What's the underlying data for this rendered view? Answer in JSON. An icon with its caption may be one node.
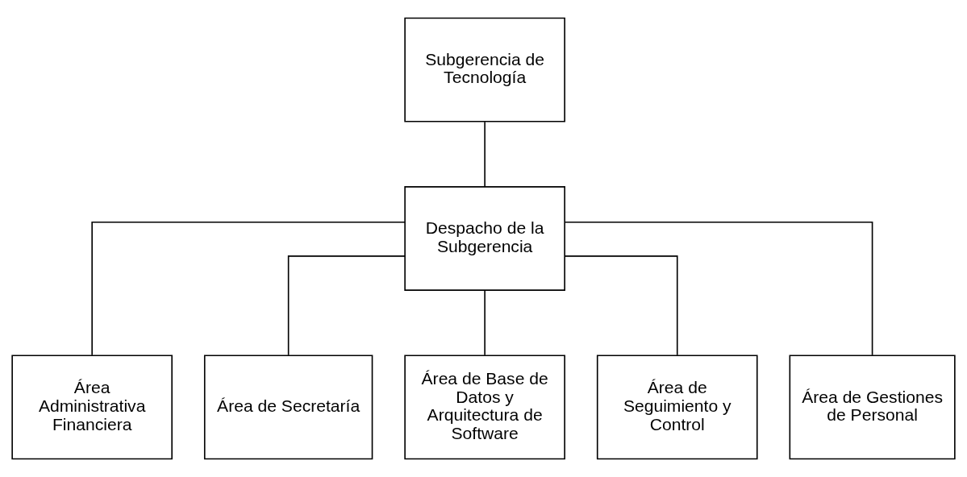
{
  "diagram": {
    "nodes": [
      {
        "text": [
          "Subgerencia de Tecnología"
        ]
      },
      {
        "text": [
          "Despacho de la Subgerencia"
        ]
      },
      {
        "text": [
          "Área Administrativa Financiera"
        ]
      },
      {
        "text": [
          "Área de Secretaría"
        ]
      },
      {
        "text": [
          "Área de Base de Datos y Arquitectura de Software"
        ]
      },
      {
        "text": [
          "Área de Seguimiento y Control"
        ]
      },
      {
        "text": [
          "Área de Gestiones de Personal"
        ]
      }
    ],
    "edges": [
      {
        "from": 0,
        "to": 1,
        "arrow": "none"
      },
      {
        "from": 1,
        "to": 2,
        "arrow": "none"
      },
      {
        "from": 1,
        "to": 3,
        "arrow": "none"
      },
      {
        "from": 1,
        "to": 4,
        "arrow": "none"
      },
      {
        "from": 1,
        "to": 5,
        "arrow": "none"
      },
      {
        "from": 1,
        "to": 6,
        "arrow": "none"
      }
    ]
  }
}
